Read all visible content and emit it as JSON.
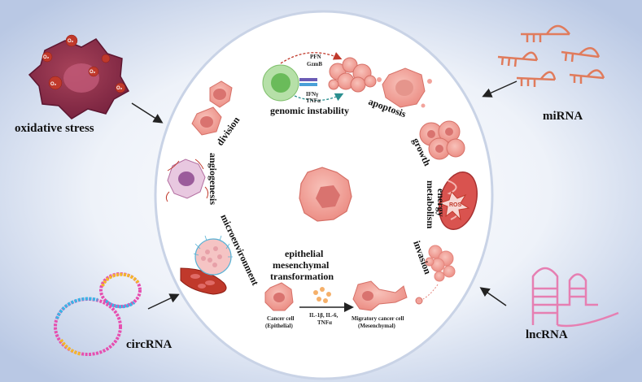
{
  "outer": {
    "oxidative_stress": "oxidative stress",
    "mirna": "miRNA",
    "circrna": "circRNA",
    "lncrna": "lncRNA",
    "o2_label": "O₂"
  },
  "circle": {
    "division": "division",
    "genomic_instability": "genomic instability",
    "apoptosis": "apoptosis",
    "growth": "growth",
    "energy": "energy",
    "metabolism": "metabolism",
    "invasion": "invasion",
    "angiogenesis": "angiogenesis",
    "microenvironment": "microenvironment",
    "ros": "ROS"
  },
  "immune": {
    "pfn": "PFN",
    "gzmb": "GzmB",
    "ifng": "IFNγ",
    "tnfa": "TNFα"
  },
  "emt": {
    "title_line1": "epithelial",
    "title_line2": "mesenchymal",
    "title_line3": "transformation",
    "cancer_cell_line1": "Cancer cell",
    "cancer_cell_line2": "(Epithelial)",
    "cytokines_line1": "IL-1β, IL-6,",
    "cytokines_line2": "TNFα",
    "migratory_line1": "Migratory cancer cell",
    "migratory_line2": "(Mesenchymal)"
  },
  "colors": {
    "cell_pink": "#f2a39b",
    "nucleus": "#d9736f",
    "ring_border": "#6b7fb0",
    "background": "#c9d5ea"
  }
}
